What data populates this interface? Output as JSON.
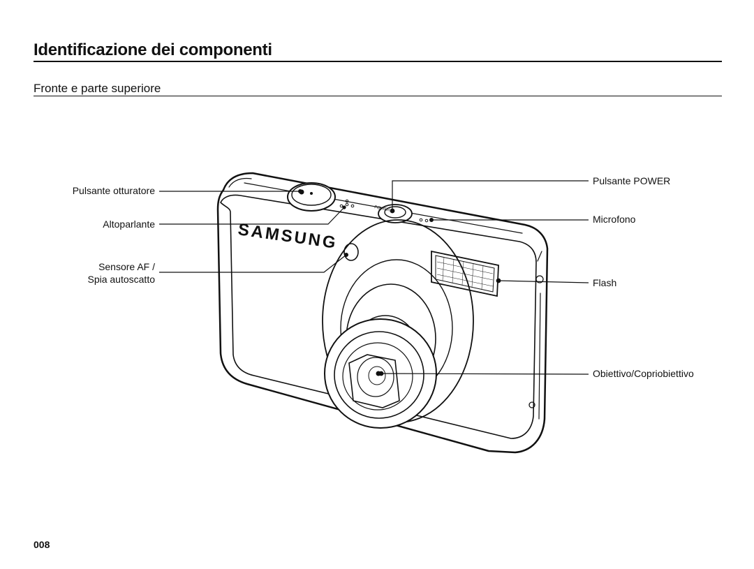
{
  "header": {
    "title": "Identificazione dei componenti",
    "section": "Fronte e parte superiore"
  },
  "camera": {
    "brand_logo": "SAMSUNG",
    "top_button_label": "POWER"
  },
  "labels": {
    "shutter_button": "Pulsante otturatore",
    "speaker": "Altoparlante",
    "af_sensor_line1": "Sensore AF /",
    "af_sensor_line2": "Spia autoscatto",
    "power_button": "Pulsante POWER",
    "microphone": "Microfono",
    "flash": "Flash",
    "lens": "Obiettivo/Copriobiettivo"
  },
  "footer": {
    "page_number": "008"
  }
}
